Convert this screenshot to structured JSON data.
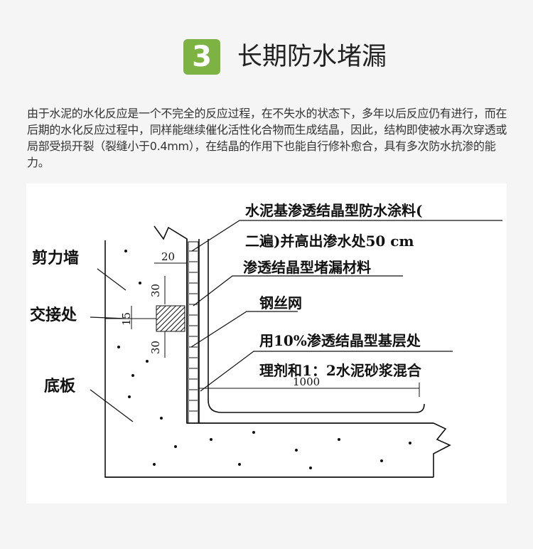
{
  "header": {
    "number": "3",
    "title": "长期防水堵漏"
  },
  "description": "由于水泥的水化反应是一个不完全的反应过程，在不失水的状态下，多年以后反应仍有进行，而在后期的水化反应过程中，同样能继续催化活性化合物而生成结晶，因此，结构即使被水再次穿透或局部受损开裂（裂缝小于0.4mm），在结晶的作用下也能自行修补愈合，具有多次防水抗渗的能力。",
  "diagram": {
    "labels": {
      "shear_wall": "剪力墙",
      "joint": "交接处",
      "base_slab": "底板"
    },
    "callouts": {
      "line1": "水泥基渗透结晶型防水涂料(",
      "line2": "二遍)并高出渗水处50 cm",
      "line3": "渗透结晶型堵漏材料",
      "line4": "钢丝网",
      "line5": "用10%渗透结晶型基层处",
      "line6": "理剂和1：2水泥砂浆混合"
    },
    "dimensions": {
      "d20": "20",
      "d30a": "30",
      "d15": "15",
      "d30b": "30",
      "d1000": "1000"
    }
  },
  "colors": {
    "badge": "#7cb342"
  }
}
